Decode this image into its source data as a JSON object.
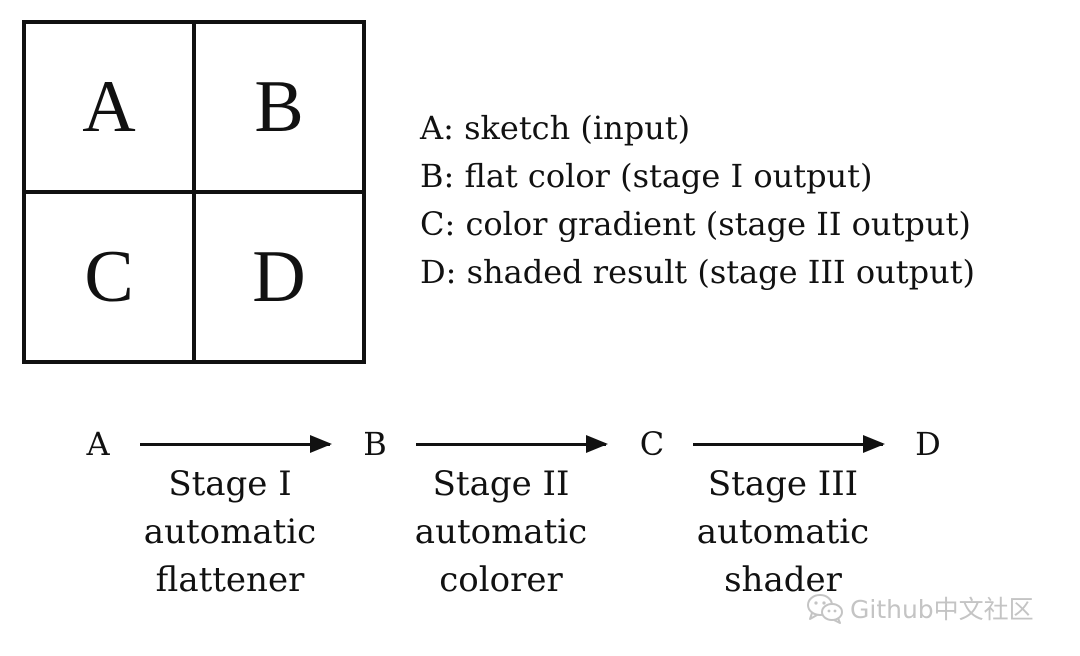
{
  "grid": {
    "cells": [
      "A",
      "B",
      "C",
      "D"
    ]
  },
  "legend": {
    "items": [
      "A: sketch (input)",
      "B: flat color (stage I output)",
      "C: color gradient (stage II output)",
      "D: shaded result (stage III output)"
    ]
  },
  "pipeline": {
    "nodes": [
      "A",
      "B",
      "C",
      "D"
    ],
    "stages": [
      {
        "name": "Stage I",
        "line2": "automatic",
        "line3": "flattener"
      },
      {
        "name": "Stage II",
        "line2": "automatic",
        "line3": "colorer"
      },
      {
        "name": "Stage III",
        "line2": "automatic",
        "line3": "shader"
      }
    ]
  },
  "watermark": {
    "text": "Github中文社区",
    "icon": "wechat-icon"
  },
  "colors": {
    "ink": "#111111",
    "watermark": "#c4c4c4"
  }
}
